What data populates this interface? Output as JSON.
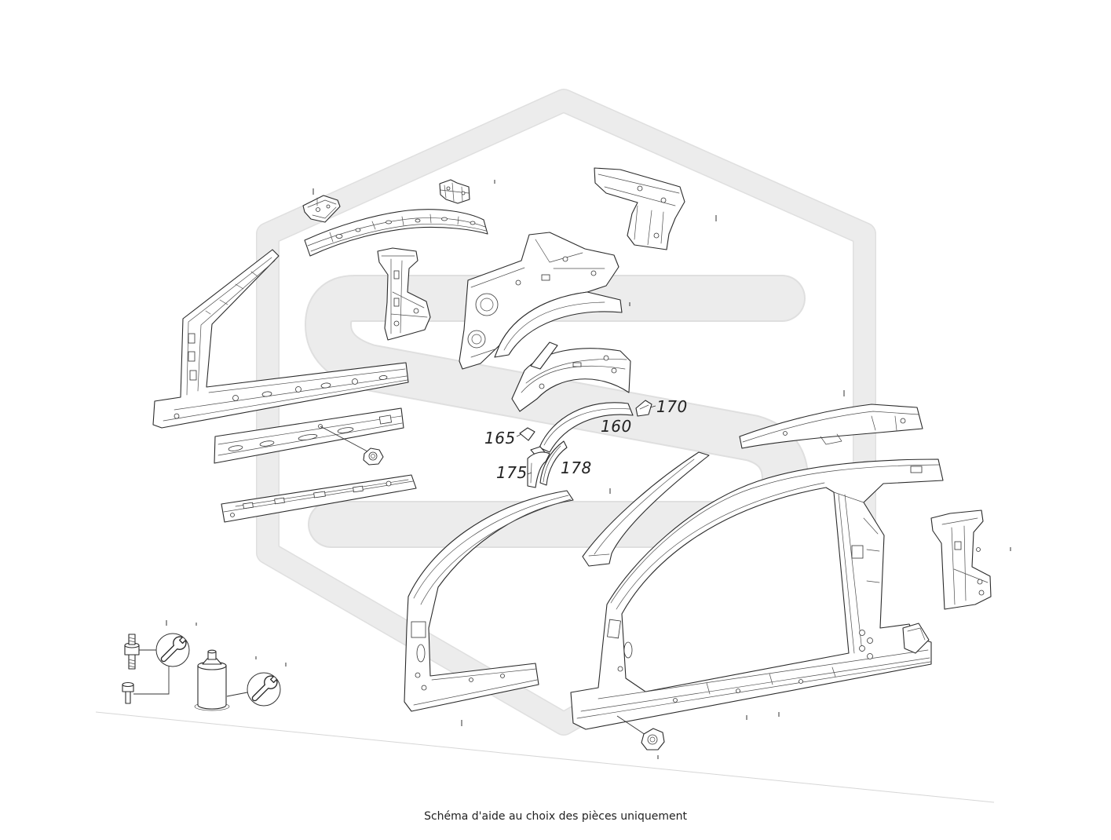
{
  "caption": "Schéma d'aide au choix des pièces uniquement",
  "callouts": [
    "170",
    "160",
    "165",
    "175",
    "178"
  ],
  "icons": {
    "hardware_action": "wrench-icon"
  },
  "colors": {
    "background": "#ffffff",
    "line": "#2b2b2b",
    "watermark": "#ececec",
    "watermark_edge": "#dfdfdf",
    "ground": "#d6d6d6"
  }
}
